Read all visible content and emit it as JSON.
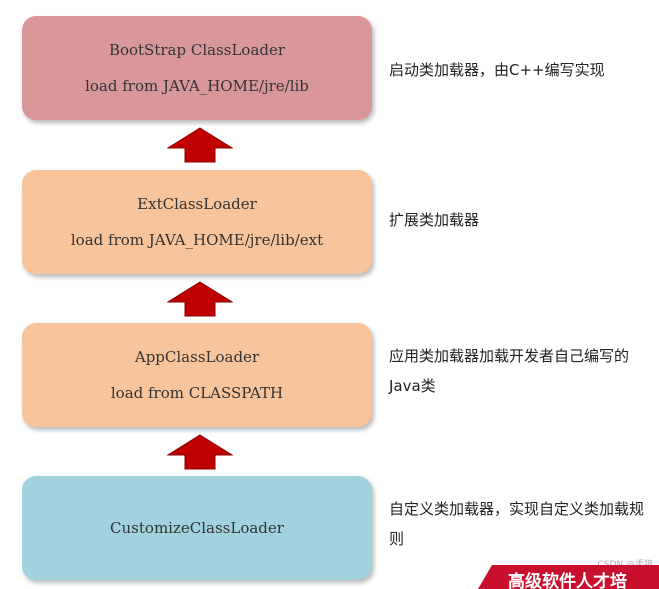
{
  "boxes": [
    {
      "title": "BootStrap ClassLoader",
      "subtitle": "load from JAVA_HOME/jre/lib",
      "color": "#d9979a",
      "description": "启动类加载器，由C++编写实现"
    },
    {
      "title": "ExtClassLoader",
      "subtitle": "load from JAVA_HOME/jre/lib/ext",
      "color": "#f8c49c",
      "description": "扩展类加载器"
    },
    {
      "title": "AppClassLoader",
      "subtitle": "load from CLASSPATH",
      "color": "#f8c49c",
      "description": "应用类加载器加载开发者自己编写的Java类"
    },
    {
      "title": "CustomizeClassLoader",
      "subtitle": "",
      "color": "#a2d2de",
      "description": "自定义类加载器，实现自定义类加载规则"
    }
  ],
  "arrow_color": "#c00000",
  "watermark": "CSDN @秃狼",
  "banner": {
    "text": "高级软件人才培",
    "color": "#c8102e"
  }
}
